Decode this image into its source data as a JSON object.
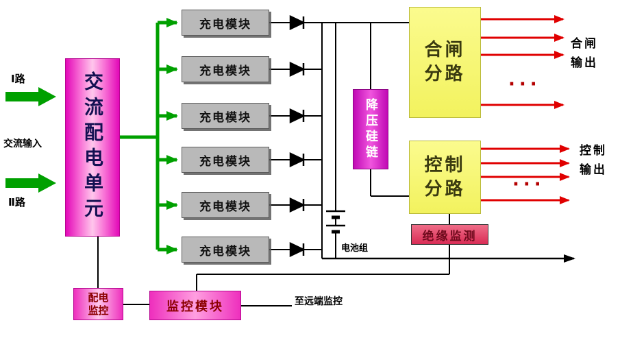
{
  "colors": {
    "green_bus": "#00a000",
    "red_arrow": "#e00000",
    "magenta_block": "#e308b8",
    "magenta_light": "#ffc6ec",
    "yellow_block": "#f5f570",
    "gray_block": "#b9b9b9",
    "insulation_bg": "#d92c55",
    "dark_red_text": "#8b0000",
    "purple_block": "#d816c8",
    "wire_black": "#000000"
  },
  "left": {
    "route1": "Ⅰ路",
    "ac_input": "交流输入",
    "route2": "Ⅱ路"
  },
  "blocks": {
    "ac_unit": "交流配电单元",
    "charge_module": "充电模块",
    "charge_module_count": 6,
    "step_down_chain": "降压硅链",
    "closing_branch_line1": "合闸",
    "closing_branch_line2": "分路",
    "control_branch_line1": "控制",
    "control_branch_line2": "分路",
    "insulation_monitor": "绝缘监测",
    "battery_group": "电池组",
    "dist_monitor_line1": "配电",
    "dist_monitor_line2": "监控",
    "monitor_module": "监控模块"
  },
  "outputs": {
    "closing_line1": "合闸",
    "closing_line2": "输出",
    "control_line1": "控制",
    "control_line2": "输出",
    "ellipsis": "···"
  },
  "notes": {
    "to_remote": "至远端监控"
  }
}
